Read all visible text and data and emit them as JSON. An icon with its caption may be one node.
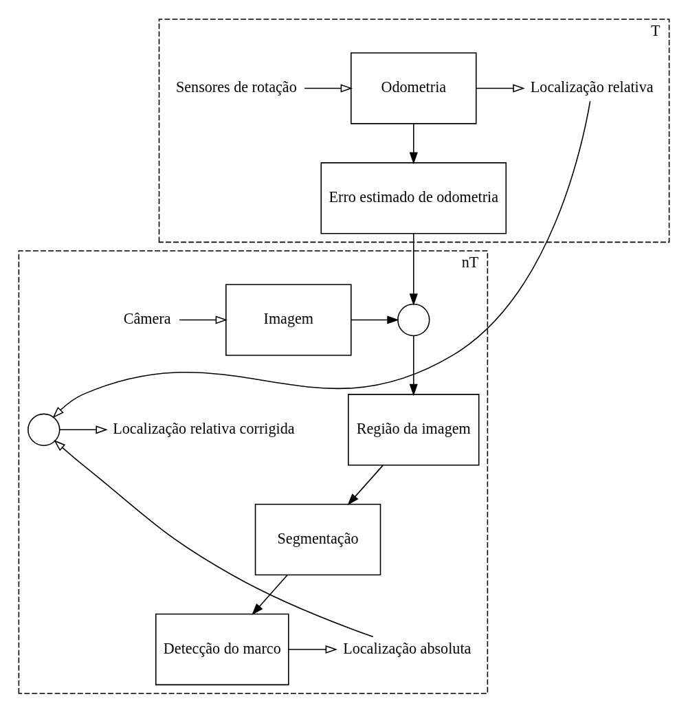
{
  "diagram": {
    "nodes": [
      {
        "text": [
          "T"
        ]
      },
      {
        "text": [
          "Sensores de rotação"
        ],
        "in": 0
      },
      {
        "text": [
          "Odometria"
        ],
        "in": 0
      },
      {
        "text": [
          "Localização relativa"
        ],
        "in": 0
      },
      {
        "text": [
          "Erro estimado de odometria"
        ],
        "in": 0
      },
      {
        "text": [
          "nT"
        ]
      },
      {
        "text": [
          "Câmera"
        ],
        "in": 5
      },
      {
        "text": [
          "Imagem"
        ],
        "in": 5
      },
      {
        "text": [],
        "shape": "circle",
        "in": 5
      },
      {
        "text": [
          "Região da imagem"
        ],
        "in": 5
      },
      {
        "text": [],
        "shape": "circle",
        "in": 5
      },
      {
        "text": [
          "Localização relativa corrigida"
        ],
        "in": 5
      },
      {
        "text": [
          "Segmentação"
        ],
        "in": 5
      },
      {
        "text": [
          "Detecção do marco"
        ],
        "in": 5
      },
      {
        "text": [
          "Localização absoluta"
        ],
        "in": 5
      }
    ],
    "edges": [
      {
        "from": 1,
        "to": 2,
        "arrow": "to"
      },
      {
        "from": 2,
        "to": 3,
        "arrow": "to"
      },
      {
        "from": 2,
        "to": 4,
        "arrow": "to"
      },
      {
        "from": 4,
        "to": 8,
        "arrow": "to"
      },
      {
        "from": 6,
        "to": 7,
        "arrow": "to"
      },
      {
        "from": 7,
        "to": 8,
        "arrow": "to"
      },
      {
        "from": 8,
        "to": 9,
        "arrow": "to"
      },
      {
        "from": 3,
        "to": 10,
        "arrow": "to"
      },
      {
        "from": 10,
        "to": 11,
        "arrow": "to"
      },
      {
        "from": 9,
        "to": 12,
        "arrow": "to"
      },
      {
        "from": 12,
        "to": 13,
        "arrow": "to"
      },
      {
        "from": 13,
        "to": 14,
        "arrow": "to"
      },
      {
        "from": 14,
        "to": 10,
        "arrow": "to"
      }
    ]
  }
}
